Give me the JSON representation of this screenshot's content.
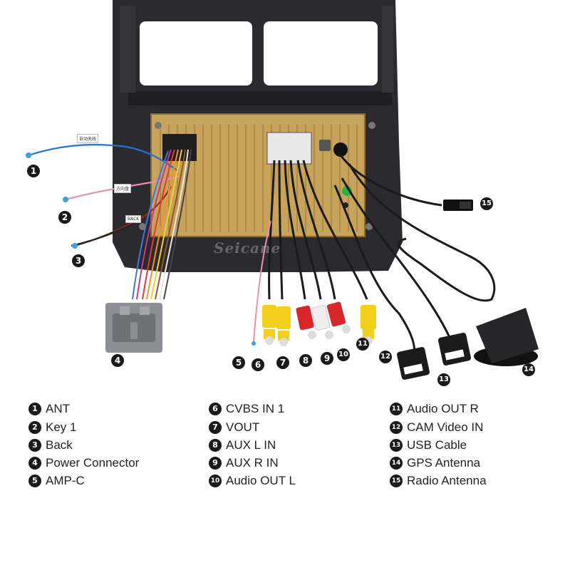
{
  "watermark": "Seicane",
  "tags": {
    "ant": "自动天线",
    "key": "方向盘",
    "back": "BACK"
  },
  "callouts": [
    "1",
    "2",
    "3",
    "4",
    "5",
    "6",
    "7",
    "8",
    "9",
    "10",
    "11",
    "12",
    "13",
    "14",
    "15"
  ],
  "legend": {
    "col1": [
      {
        "num": "1",
        "label": "ANT"
      },
      {
        "num": "2",
        "label": "Key 1"
      },
      {
        "num": "3",
        "label": "Back"
      },
      {
        "num": "4",
        "label": "Power Connector"
      },
      {
        "num": "5",
        "label": "AMP-C"
      }
    ],
    "col2": [
      {
        "num": "6",
        "label": "CVBS IN 1"
      },
      {
        "num": "7",
        "label": "VOUT"
      },
      {
        "num": "8",
        "label": "AUX L IN"
      },
      {
        "num": "9",
        "label": "AUX R IN"
      },
      {
        "num": "10",
        "label": "Audio OUT L"
      }
    ],
    "col3": [
      {
        "num": "11",
        "label": "Audio OUT R"
      },
      {
        "num": "12",
        "label": "CAM Video IN"
      },
      {
        "num": "13",
        "label": "USB Cable"
      },
      {
        "num": "14",
        "label": "GPS Antenna"
      },
      {
        "num": "15",
        "label": "Radio Antenna"
      }
    ]
  },
  "colors": {
    "panel": "#2a2a2e",
    "chassis": "#c9a45e",
    "wire_blue": "#2b6fd1",
    "wire_pink": "#e88fb4",
    "wire_red": "#b0322a",
    "rca_yellow": "#f2cf1a",
    "rca_red": "#d8262c",
    "rca_white": "#efefef",
    "cable_black": "#1b1b1b"
  }
}
